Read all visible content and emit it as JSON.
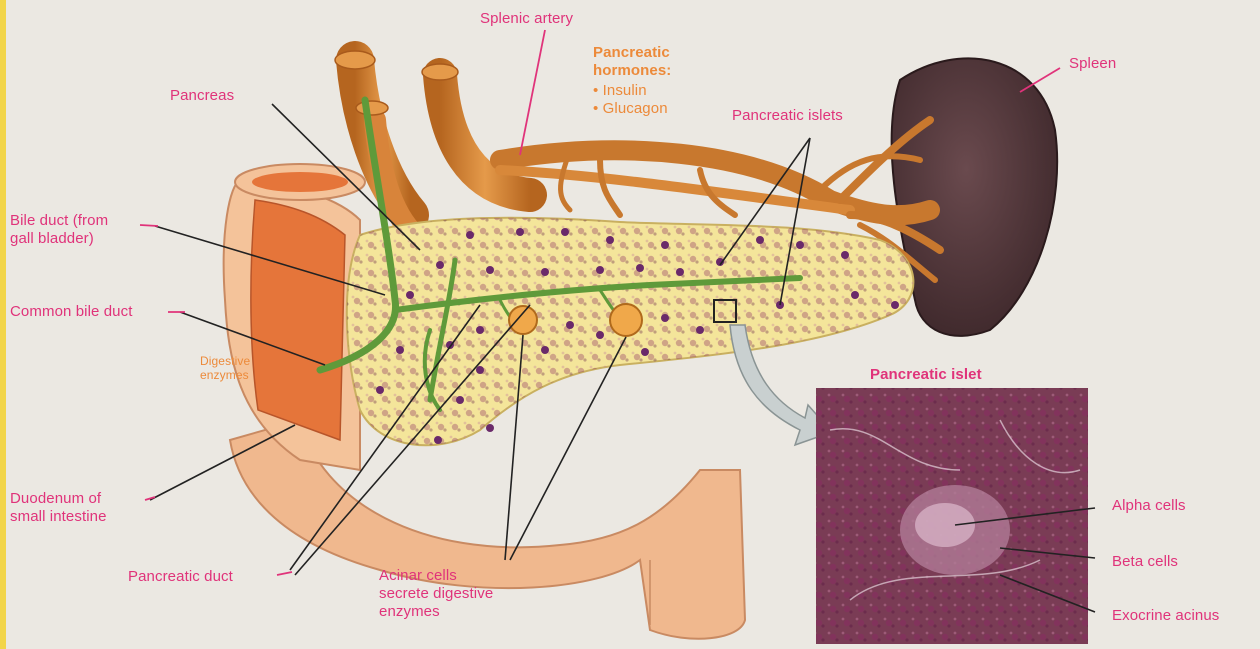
{
  "labels": {
    "splenic_artery": "Splenic artery",
    "pancreatic_hormones": "Pancreatic\nhormones:",
    "insulin": "• Insulin",
    "glucagon": "• Glucagon",
    "spleen": "Spleen",
    "pancreas": "Pancreas",
    "pancreatic_islets": "Pancreatic islets",
    "bile_duct": "Bile duct (from\ngall bladder)",
    "common_bile_duct": "Common bile duct",
    "digestive_enzymes": "Digestive\nenzymes",
    "pancreatic_islet_title": "Pancreatic islet",
    "duodenum": "Duodenum of\nsmall intestine",
    "pancreatic_duct": "Pancreatic duct",
    "acinar_cells": "Acinar cells\nsecrete digestive\nenzymes",
    "alpha_cells": "Alpha cells",
    "beta_cells": "Beta cells",
    "exocrine_acinus": "Exocrine acinus"
  },
  "colors": {
    "label": "#e0337a",
    "hormone_label": "#ec8a3a",
    "pancreas": "#f4e59a",
    "vessel": "#c8782e",
    "duct": "#5f9a3a",
    "spleen": "#4a3236",
    "intestine": "#f0b88e",
    "micrograph": "#7a3c55"
  }
}
